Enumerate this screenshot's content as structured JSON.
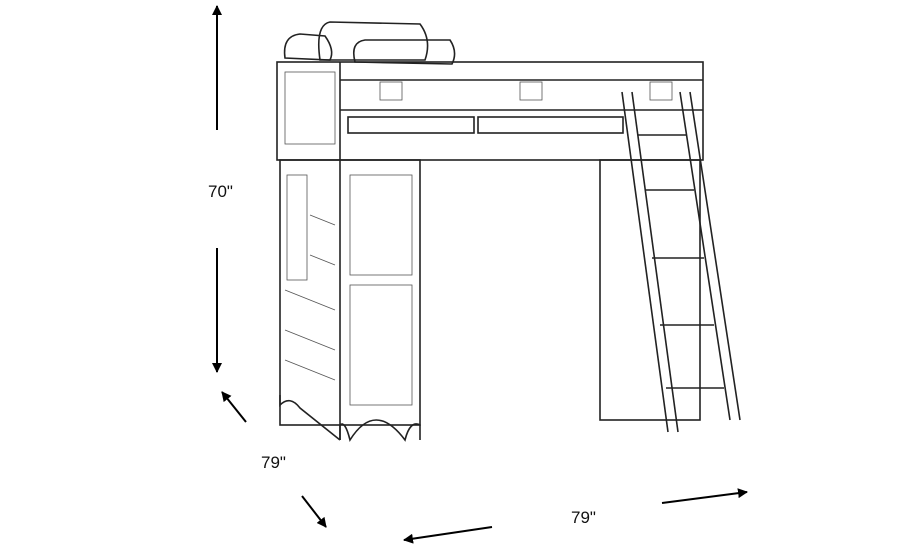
{
  "dimensions": {
    "height": "70\"",
    "depth": "79\"",
    "width": "79\""
  },
  "colors": {
    "line": "#222222",
    "background": "#ffffff"
  }
}
